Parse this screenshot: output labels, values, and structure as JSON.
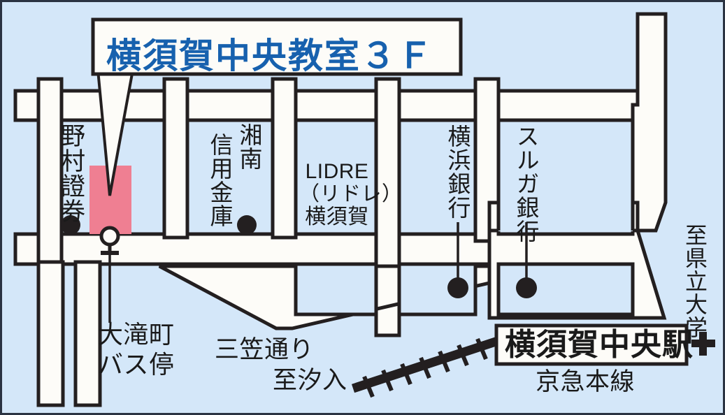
{
  "map": {
    "title_callout": "横須賀中央教室３Ｆ",
    "colors": {
      "background_blue": "#d4e7f9",
      "road_white": "#fdfcf8",
      "outline_black": "#231f20",
      "highlight_pink": "#ef7f92",
      "callout_blue": "#1761ae",
      "border_gray": "#2b3342"
    },
    "buildings": [
      {
        "id": "nomura",
        "label": "野村證券",
        "orientation": "vertical",
        "marker": "dot"
      },
      {
        "id": "shonan-shinkin",
        "label_right": "湘南",
        "label_left": "信用金庫",
        "orientation": "vertical",
        "marker": "dot"
      },
      {
        "id": "lidre",
        "line1": "LIDRE",
        "line2": "（リドレ）",
        "line3": "横須賀",
        "orientation": "horizontal",
        "marker": "none"
      },
      {
        "id": "yokohama-bank",
        "label": "横浜銀行",
        "orientation": "vertical",
        "marker": "dot-leader"
      },
      {
        "id": "suruga-bank",
        "label": "スルガ銀行",
        "orientation": "vertical",
        "marker": "dot-leader"
      }
    ],
    "landmarks": [
      {
        "id": "bus-stop",
        "line1": "大滝町",
        "line2": "バス停",
        "icon": "bus-stop-icon"
      },
      {
        "id": "station",
        "label": "横須賀中央駅",
        "icon": "station-cross-icon"
      }
    ],
    "roads": [
      {
        "id": "mikasa-dori",
        "label": "三笠通り"
      }
    ],
    "railway": {
      "id": "keikyu-main-line",
      "label": "京急本線"
    },
    "directions": [
      {
        "id": "to-shioiri",
        "label": "至汐入",
        "orientation": "horizontal"
      },
      {
        "id": "to-kenritsu-daigaku",
        "label": "至県立大学",
        "orientation": "vertical"
      }
    ]
  }
}
